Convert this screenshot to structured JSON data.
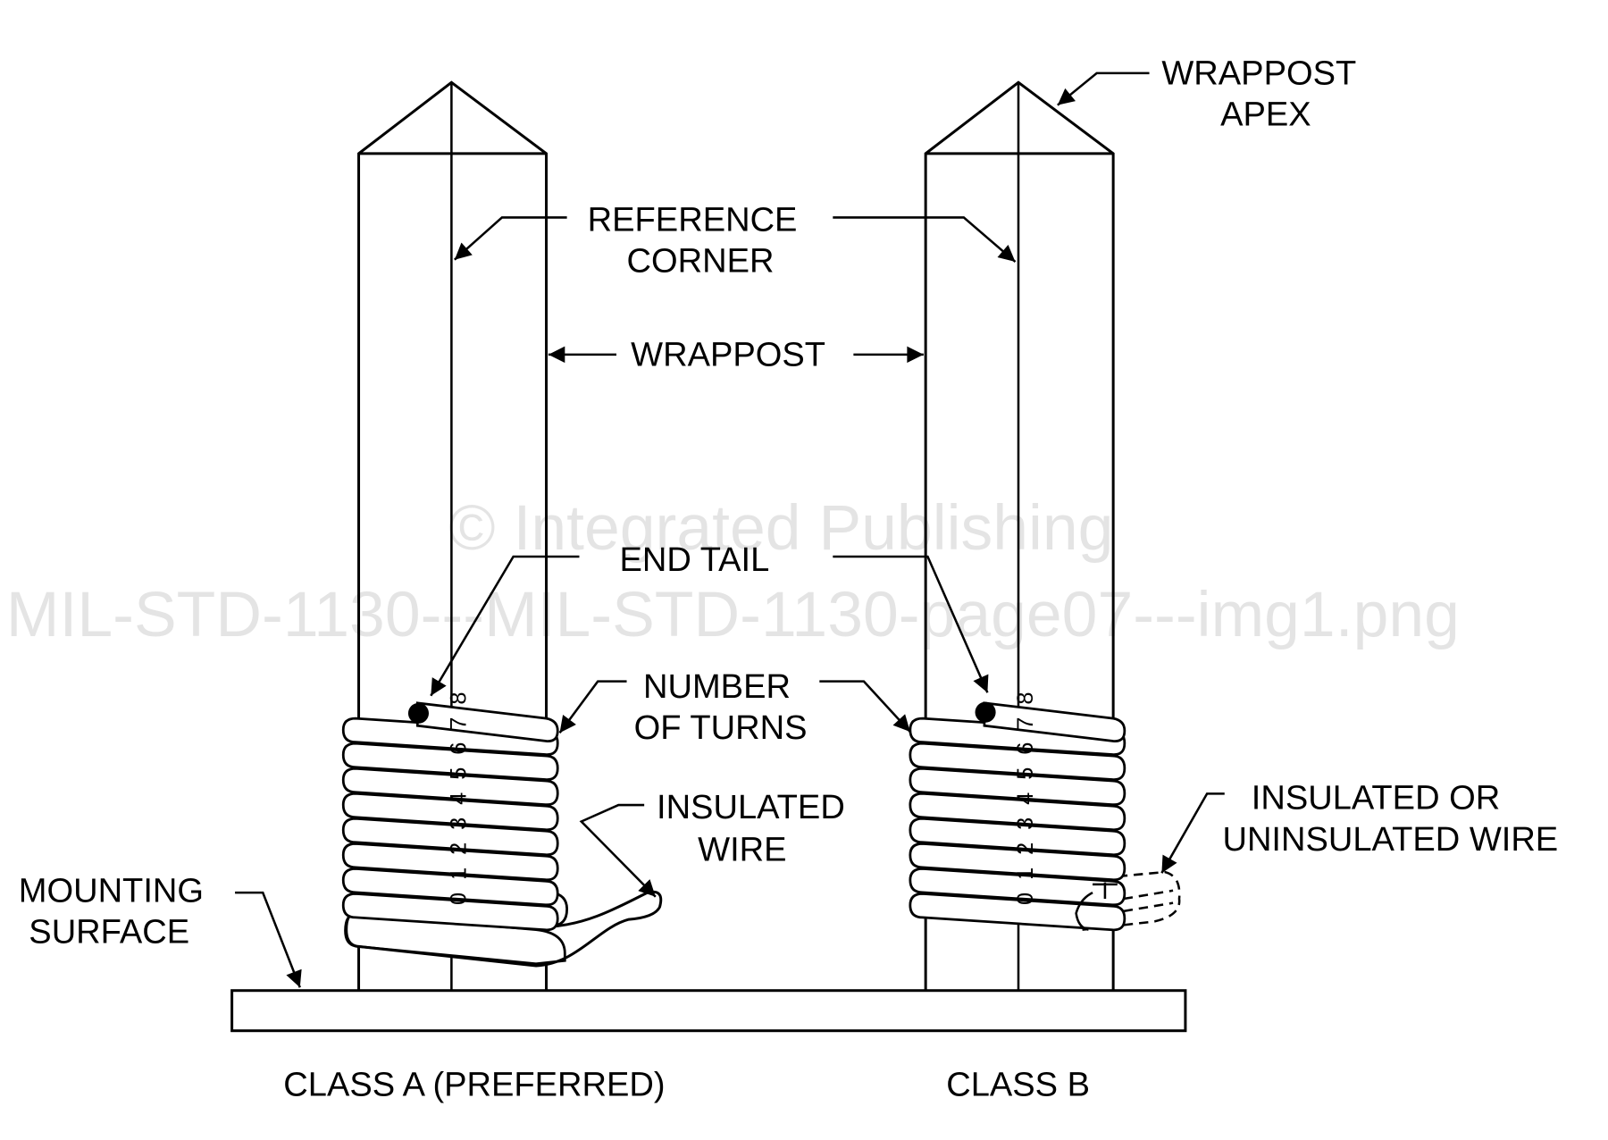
{
  "diagram": {
    "labels": {
      "wrappost_apex_1": "WRAPPOST",
      "wrappost_apex_2": "APEX",
      "reference_corner_1": "REFERENCE",
      "reference_corner_2": "CORNER",
      "wrappost": "WRAPPOST",
      "end_tail": "END TAIL",
      "number_of_turns_1": "NUMBER",
      "number_of_turns_2": "OF TURNS",
      "insulated_wire_1": "INSULATED",
      "insulated_wire_2": "WIRE",
      "insulated_or_uninsulated_1": "INSULATED OR",
      "insulated_or_uninsulated_2": "UNINSULATED WIRE",
      "mounting_surface_1": "MOUNTING",
      "mounting_surface_2": "SURFACE",
      "class_a": "CLASS A (PREFERRED)",
      "class_b": "CLASS B"
    },
    "turn_numbers": [
      "0",
      "1",
      "2",
      "3",
      "4",
      "5",
      "6",
      "7",
      "8"
    ],
    "watermark": {
      "line1": "© Integrated Publishing",
      "line2": "MIL-STD-1130---MIL-STD-1130-page07---img1.png"
    }
  }
}
